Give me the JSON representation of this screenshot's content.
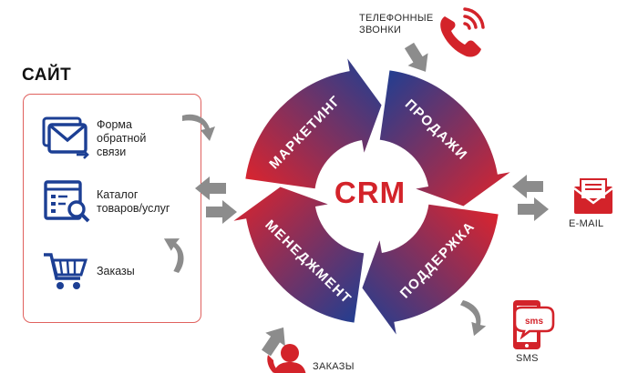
{
  "site": {
    "title": "САЙТ",
    "items": [
      {
        "label": "Форма\nобратной\nсвязи",
        "icon": "feedback-form-icon"
      },
      {
        "label": "Каталог\nтоваров/услуг",
        "icon": "catalog-search-icon"
      },
      {
        "label": "Заказы",
        "icon": "shopping-cart-icon"
      }
    ]
  },
  "cycle": {
    "center": "CRM",
    "stages": [
      "МАРКЕТИНГ",
      "ПРОДАЖИ",
      "ПОДДЕРЖКА",
      "МЕНЕДЖМЕНТ"
    ]
  },
  "channels": {
    "phone": {
      "label": "ТЕЛЕФОННЫЕ\nЗВОНКИ",
      "icon": "phone-icon"
    },
    "email": {
      "label": "E-MAIL",
      "icon": "email-icon"
    },
    "sms": {
      "label": "SMS",
      "icon": "sms-phone-icon"
    },
    "orders": {
      "label": "ЗАКАЗЫ",
      "icon": "user-phone-icon"
    }
  },
  "colors": {
    "red": "#d3232a",
    "blue": "#1c3f94",
    "gray": "#8c8c8c",
    "frame": "#e0615e"
  }
}
